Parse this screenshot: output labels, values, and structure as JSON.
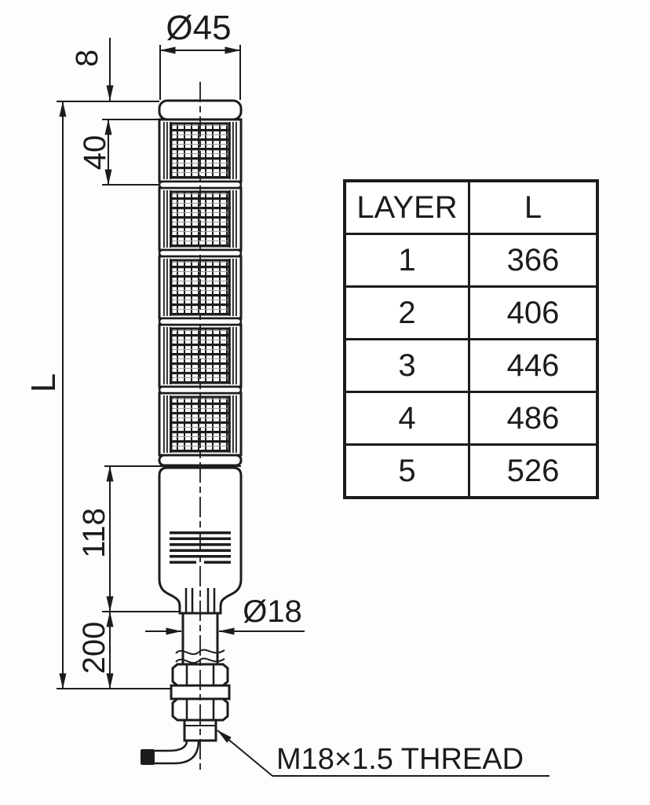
{
  "page": {
    "background": "#fdfdfd",
    "line_color": "#1c1c1c"
  },
  "drawing": {
    "labels": {
      "top_diameter": "Ø45",
      "cap_height": "8",
      "layer_pitch": "40",
      "overall_length": "L",
      "body_length": "118",
      "stem_length": "200",
      "stem_diameter": "Ø18",
      "thread_note": "M18×1.5 THREAD"
    }
  },
  "table": {
    "headers": [
      "LAYER",
      "L"
    ],
    "rows": [
      {
        "layer": "1",
        "l": "366"
      },
      {
        "layer": "2",
        "l": "406"
      },
      {
        "layer": "3",
        "l": "446"
      },
      {
        "layer": "4",
        "l": "486"
      },
      {
        "layer": "5",
        "l": "526"
      }
    ]
  }
}
